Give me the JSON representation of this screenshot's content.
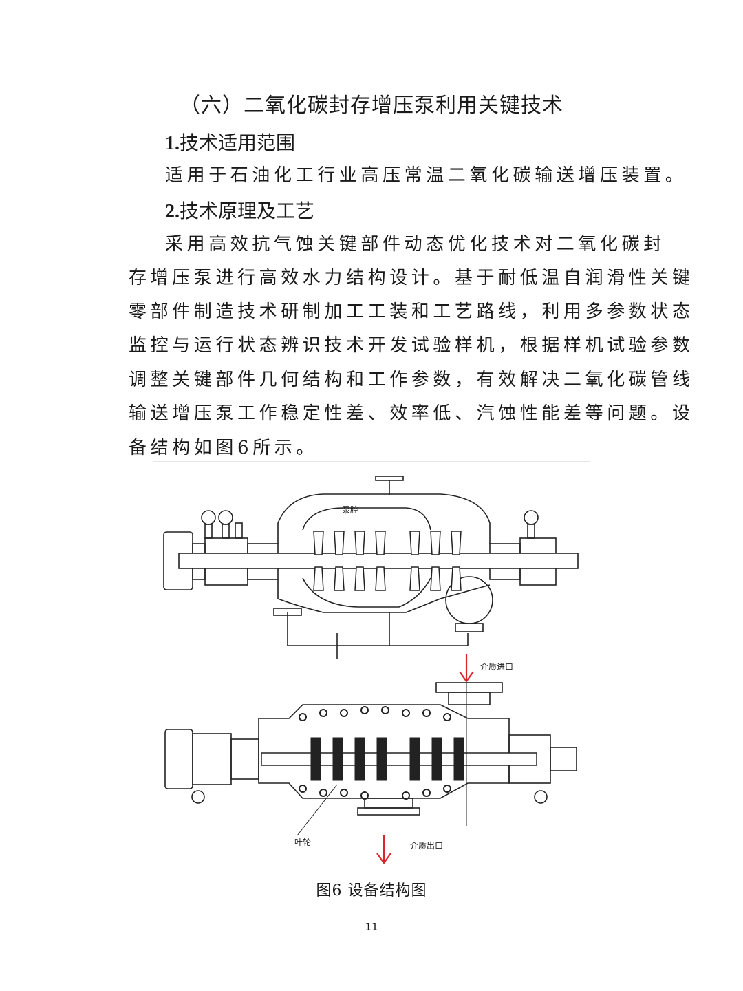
{
  "doc": {
    "title": "（六）二氧化碳封存增压泵利用关键技术",
    "section1": {
      "num": "1.",
      "heading": "技术适用范围"
    },
    "scope_text": "适用于石油化工行业高压常温二氧化碳输送增压装置。",
    "section2": {
      "num": "2.",
      "heading": "技术原理及工艺"
    },
    "body_lines": [
      "采用高效抗气蚀关键部件动态优化技术对二氧化碳封",
      "存增压泵进行高效水力结构设计。基于耐低温自润滑性关键",
      "零部件制造技术研制加工工装和工艺路线，利用多参数状态",
      "监控与运行状态辨识技术开发试验样机，根据样机试验参数",
      "调整关键部件几何结构和工作参数，有效解决二氧化碳管线",
      "输送增压泵工作稳定性差、效率低、汽蚀性能差等问题。设",
      "备结构如图6所示。"
    ],
    "figure": {
      "labels": {
        "pump_cavity": "泵腔",
        "medium_inlet": "介质进口",
        "impeller": "叶轮",
        "medium_outlet": "介质出口"
      },
      "caption": "图6  设备结构图",
      "arrow_color": "#d9262c",
      "line_color": "#222222"
    },
    "page_number": "11"
  }
}
